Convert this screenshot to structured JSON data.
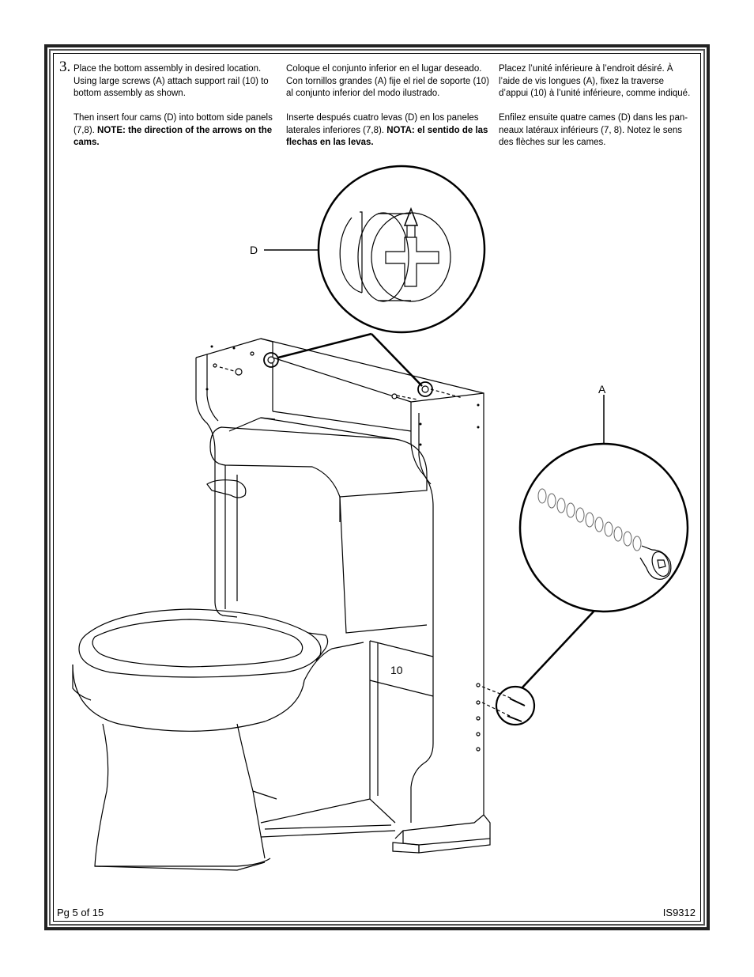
{
  "step": {
    "number": "3.",
    "english": {
      "p1": "Place the bottom assembly in desired location. Using large screws (A) attach support rail (10) to bottom assembly as shown.",
      "p2_plain": "Then insert four cams (D) into bottom side panels (7,8). ",
      "p2_bold": "NOTE: the direction of the arrows on the cams."
    },
    "spanish": {
      "p1": "Coloque el conjunto inferior en el lugar deseado. Con tornillos grandes (A) fije el riel de soporte (10) al conjunto inferior del modo ilustrado.",
      "p2_plain": "Inserte después cuatro levas (D) en los paneles laterales inferiores (7,8). ",
      "p2_bold": "NOTA: el sentido de las flechas en las levas."
    },
    "french": {
      "p1": "Placez l’unité inférieure à l’endroit désiré. À l’aide de vis longues (A), fixez la traverse d’appui (10) à l’unité inférieure, comme indiqué.",
      "p2": "Enfilez ensuite quatre cames (D) dans les pan-neaux latéraux inférieurs (7, 8). Notez le sens des flèches sur les cames."
    }
  },
  "diagram": {
    "label_cam": "D",
    "label_screw": "A",
    "label_rail": "10",
    "icons": [
      "cam-detail-icon",
      "screw-detail-icon",
      "toilet-illustration",
      "cabinet-frame-illustration"
    ]
  },
  "footer": {
    "page": "Pg 5 of 15",
    "code": "IS9312"
  }
}
